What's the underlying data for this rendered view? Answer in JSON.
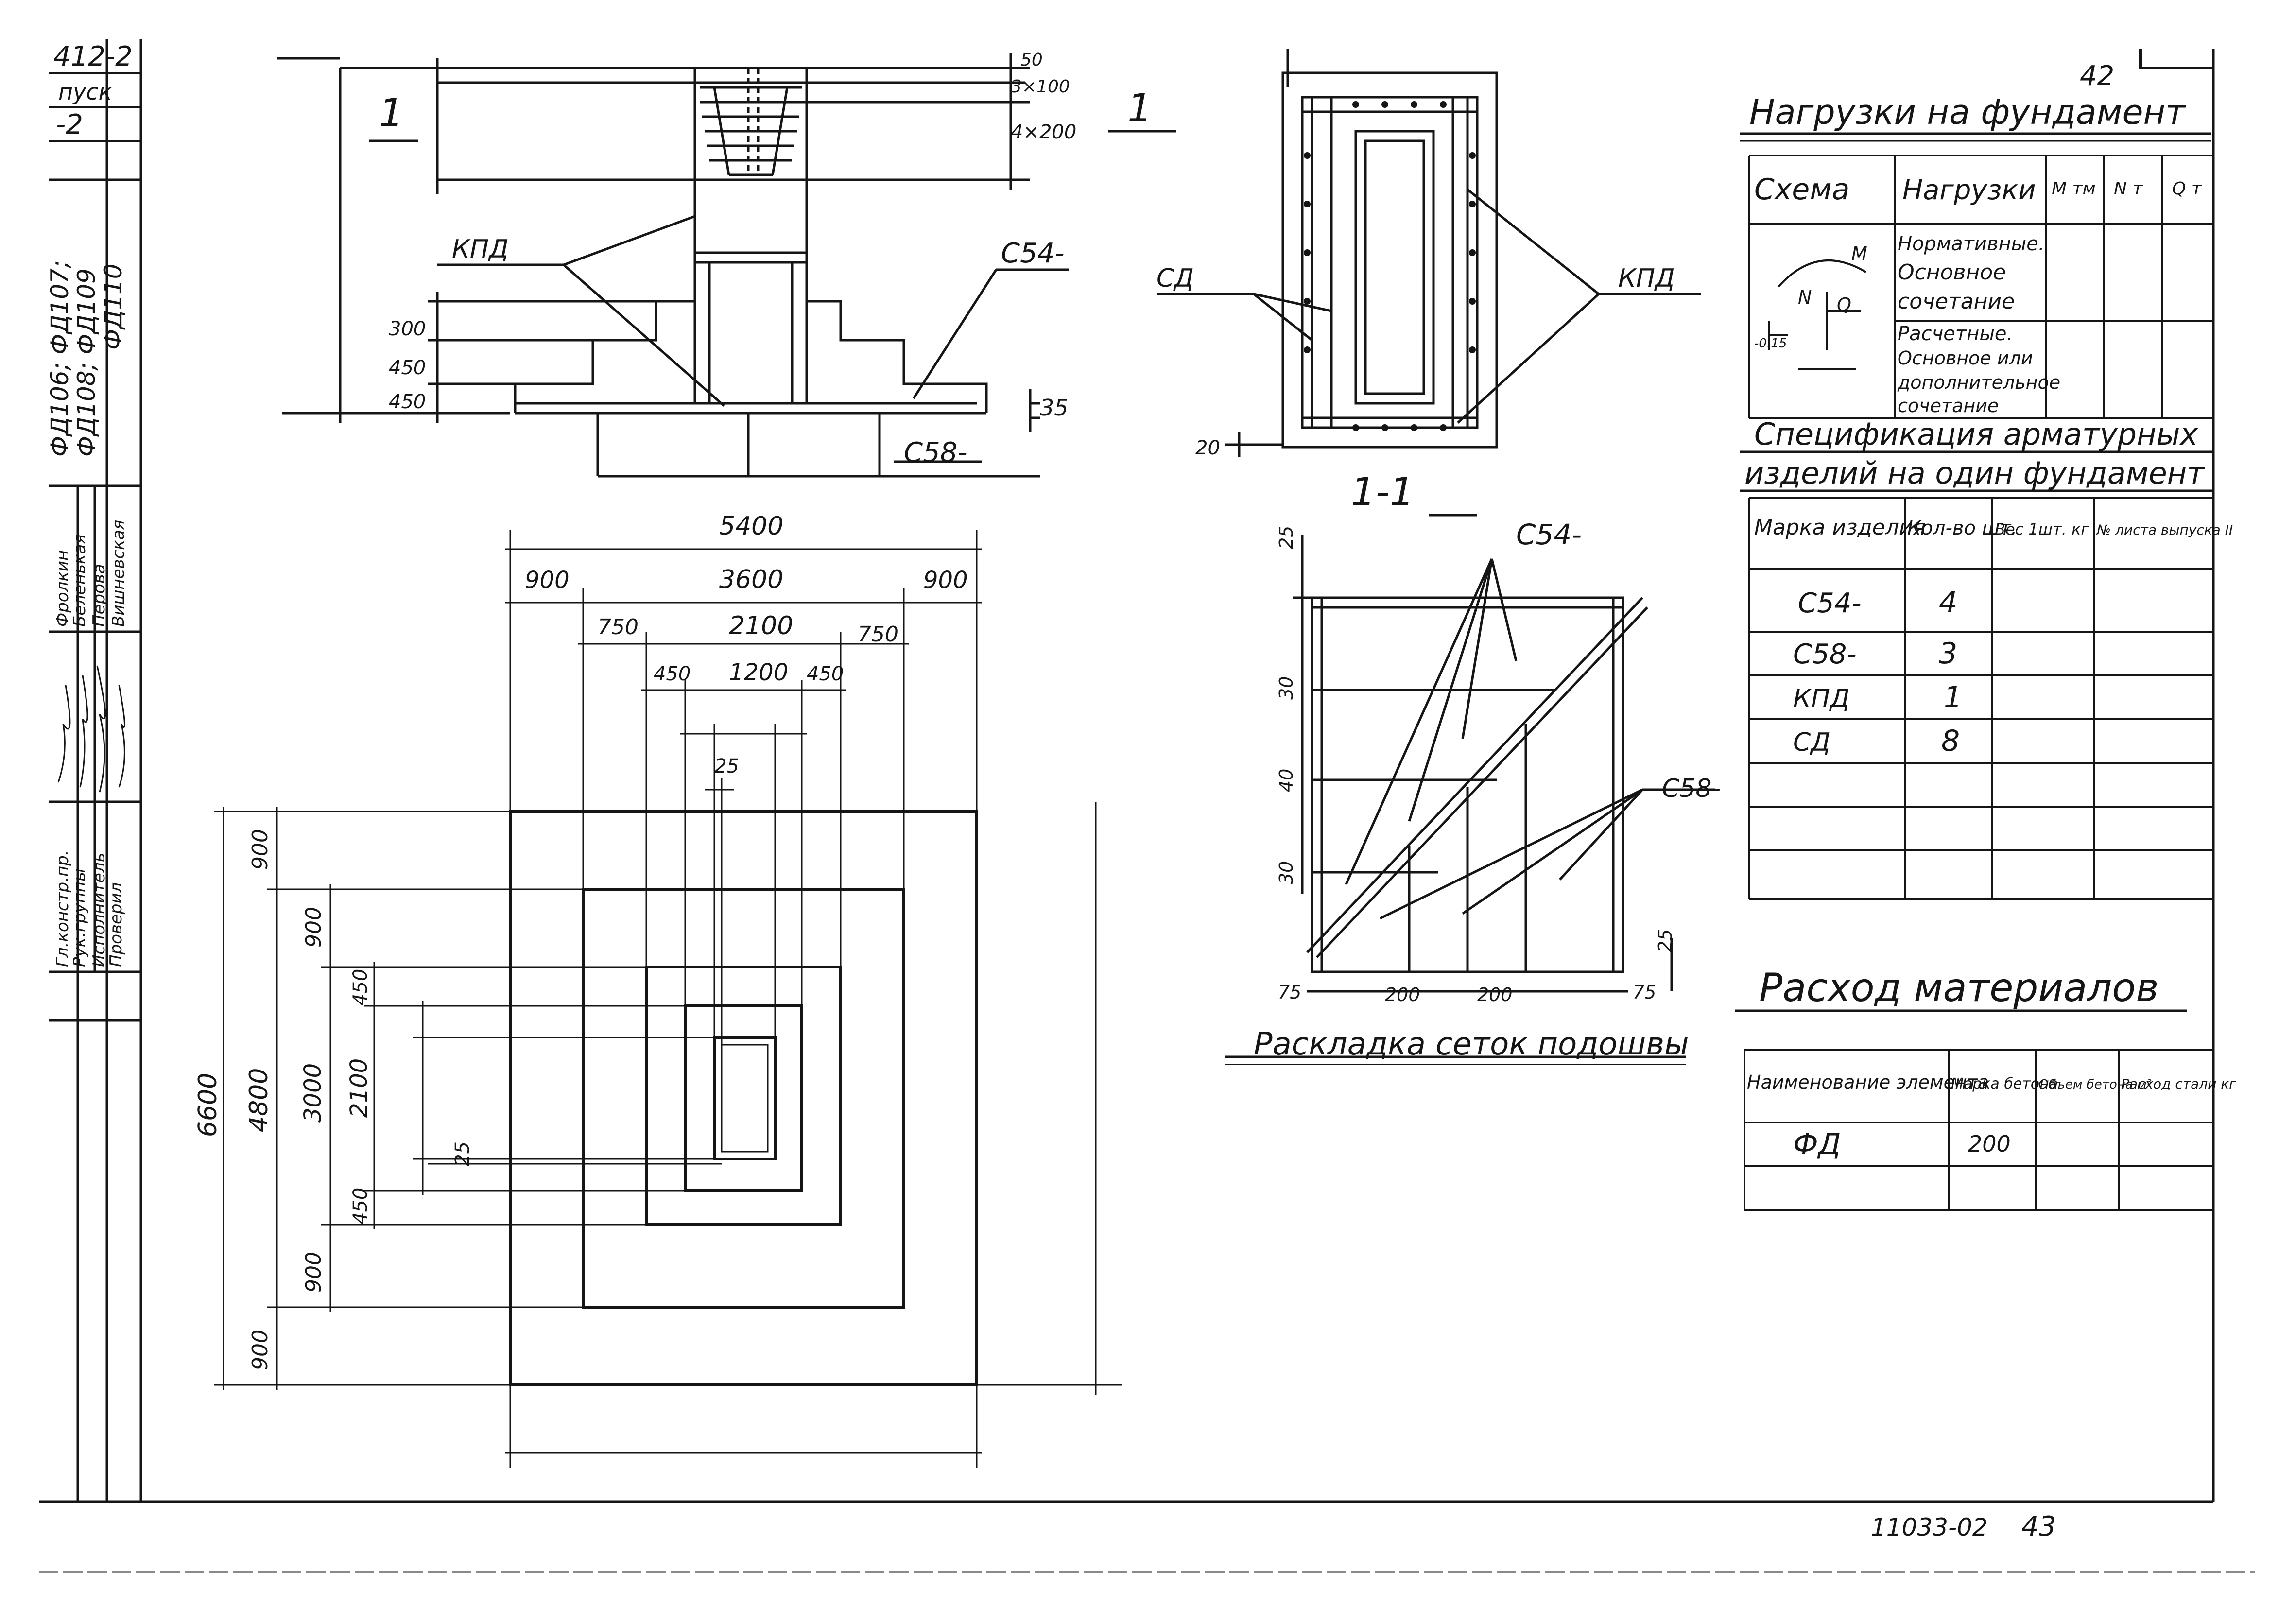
{
  "sheet": {
    "series_code": "412-2",
    "issue_label": "пуск",
    "issue_number": "-2",
    "sheet_number": "42",
    "footer_code": "11033-02",
    "footer_page": "43"
  },
  "title_block": {
    "product_codes": [
      "ФД106; ФД107;",
      "ФД108; ФД109",
      "ФД110"
    ],
    "roles": [
      "Гл.констр.пр.",
      "Рук.группы",
      "Исполнитель",
      "Проверил"
    ],
    "names": [
      "Фролкин",
      "Беленькая",
      "Перова",
      "Вишневская"
    ]
  },
  "section_view": {
    "section_mark_left": "1",
    "section_mark_right": "1",
    "label_kpd": "КПД",
    "label_c54": "С54-",
    "label_c58": "С58-",
    "dims_right": [
      "50",
      "3×100",
      "4×200",
      "35"
    ],
    "dims_left": [
      "300",
      "450",
      "450"
    ]
  },
  "column_plan": {
    "label_sd": "СД",
    "label_kpd": "КПД",
    "dim_bottom": "20"
  },
  "foundation_plan": {
    "dims_top": [
      "5400",
      "900",
      "3600",
      "900",
      "750",
      "2100",
      "750",
      "450",
      "1200",
      "450",
      "25"
    ],
    "dims_left": [
      "6600",
      "900",
      "4800",
      "900",
      "3000",
      "450",
      "2100",
      "450",
      "900",
      "900",
      "25"
    ]
  },
  "mesh_layout": {
    "section_title": "1-1",
    "caption": "Раскладка сеток подошвы",
    "label_c54": "С54-",
    "label_c58": "С58-",
    "dims_left": [
      "25",
      "30",
      "40",
      "30"
    ],
    "dims_bottom": [
      "75",
      "200",
      "200",
      "75"
    ],
    "dim_right": "25"
  },
  "loads_table": {
    "title": "Нагрузки на фундамент",
    "headers": [
      "Схема",
      "Нагрузки",
      "M тм",
      "N т",
      "Q т"
    ],
    "rows": [
      [
        "Нормативные.",
        "Основное",
        "сочетание"
      ],
      [
        "Расчетные.",
        "Основное или",
        "дополнительное",
        "сочетание"
      ]
    ],
    "schema_labels": [
      "M",
      "N",
      "Q",
      "-0.15"
    ]
  },
  "spec_table": {
    "title_line1": "Спецификация арматурных",
    "title_line2": "изделий на один фундамент",
    "headers": [
      "Марка изделия",
      "Кол-во шт.",
      "Вес 1шт. кг",
      "№ листа выпуска II"
    ],
    "rows": [
      [
        "С54-",
        "4"
      ],
      [
        "С58-",
        "3"
      ],
      [
        "КПД",
        "1"
      ],
      [
        "СД",
        "8"
      ]
    ]
  },
  "materials_table": {
    "title": "Расход материалов",
    "headers": [
      "Наименование элемента",
      "Марка бетона",
      "Объем бетона м³",
      "Расход стали кг"
    ],
    "rows": [
      [
        "ФД",
        "200"
      ]
    ]
  }
}
